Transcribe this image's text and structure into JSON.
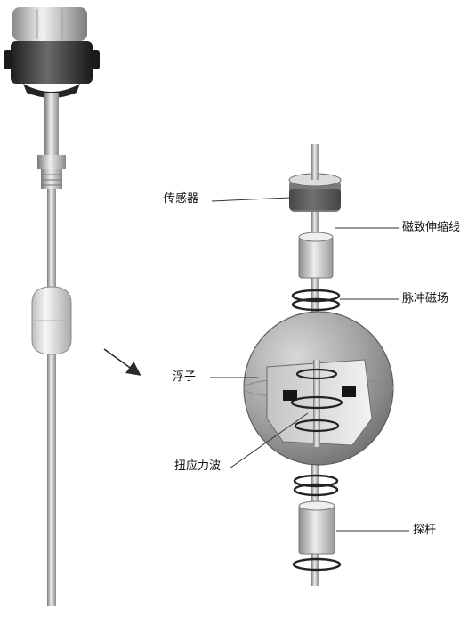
{
  "labels": {
    "sensor": "传感器",
    "magnetostrictive_wire": "磁致伸缩线",
    "pulse_magnetic_field": "脉冲磁场",
    "float": "浮子",
    "torsional_stress_wave": "扭应力波",
    "probe_rod": "探杆"
  },
  "colors": {
    "metal_dark": "#6a6a6a",
    "metal_light": "#e4e4e4",
    "head_dark": "#2a2a2a",
    "line": "#333333",
    "text": "#111111"
  }
}
